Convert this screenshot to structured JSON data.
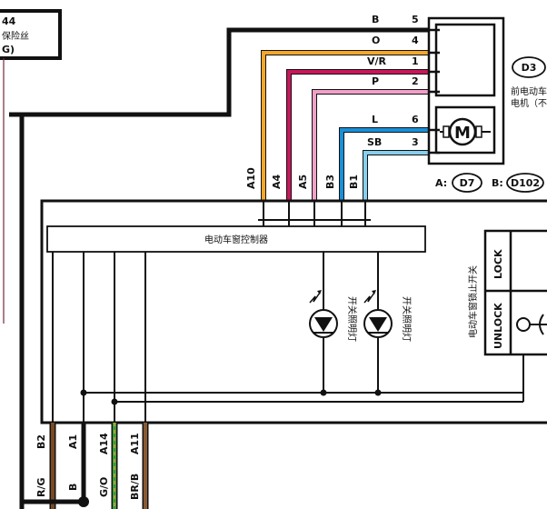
{
  "fuse": {
    "number": "44",
    "name": "保险丝",
    "suffix": "G)"
  },
  "motor_connector": {
    "wires": [
      {
        "code": "B",
        "pin": "5",
        "color": "#111111"
      },
      {
        "code": "O",
        "pin": "4",
        "color": "#f2a72b"
      },
      {
        "code": "V/R",
        "pin": "1",
        "color": "#c8185b"
      },
      {
        "code": "P",
        "pin": "2",
        "color": "#f0a0c8"
      },
      {
        "code": "L",
        "pin": "6",
        "color": "#1a8fd6"
      },
      {
        "code": "SB",
        "pin": "3",
        "color": "#86cfee"
      }
    ],
    "motor_symbol": "M"
  },
  "d3": {
    "badge": "D3",
    "desc1": "前电动车",
    "desc2": "电机（不"
  },
  "connectors": {
    "a_prefix": "A:",
    "a_badge": "D7",
    "b_prefix": "B:",
    "b_badge": "D102"
  },
  "controller": {
    "label": "电动车窗控制器",
    "top_pins": [
      "A10",
      "A4",
      "A5",
      "B3",
      "B1"
    ],
    "bottom_pins": [
      "B2",
      "A1",
      "A14",
      "A11"
    ]
  },
  "lamps": {
    "label1": "开关照明灯",
    "label2": "开关照明灯"
  },
  "lock_switch": {
    "title": "电动车窗锁止开关",
    "lock": "LOCK",
    "unlock": "UNLOCK"
  },
  "bottom_wires": [
    {
      "code": "R/G",
      "color": "#111111"
    },
    {
      "code": "B",
      "color": "#7a4a22"
    },
    {
      "code": "G/O",
      "color": "#3c9a3c"
    },
    {
      "code": "BR/B",
      "color": "#8a5a32"
    }
  ]
}
